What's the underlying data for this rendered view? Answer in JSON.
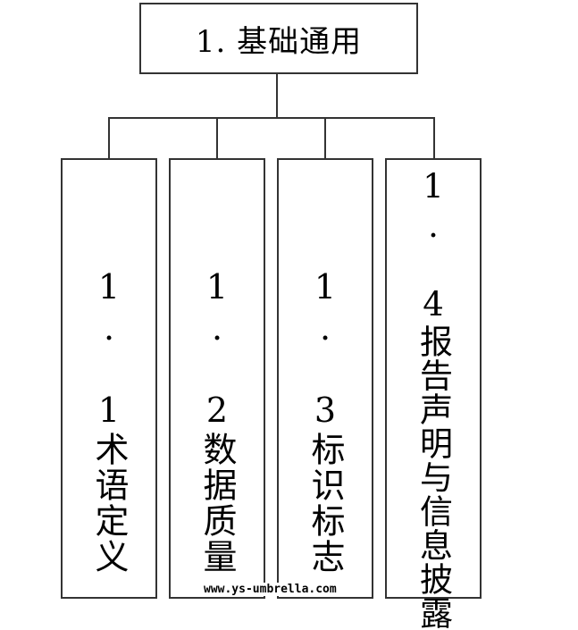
{
  "root": {
    "label": "1. 基础通用"
  },
  "children": [
    {
      "label": "1. 1术语定义"
    },
    {
      "label": "1. 2数据质量"
    },
    {
      "label": "1. 3标识标志"
    },
    {
      "label": "1. 4报告声明与信息披露"
    }
  ],
  "watermark": "www.ys-umbrella.com",
  "colors": {
    "stroke": "#333333",
    "background": "#ffffff",
    "text": "#000000"
  }
}
